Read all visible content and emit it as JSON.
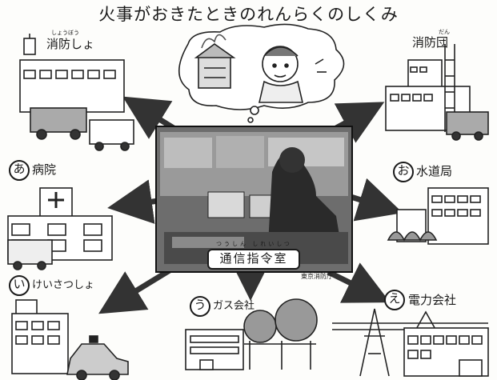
{
  "diagram": {
    "title": "火事がおきたときのれんらくのしくみ",
    "center": {
      "label": "通信指令室",
      "ruby": "つうしん しれいしつ",
      "credit": "東京消防庁"
    },
    "nodes": {
      "fire_station": {
        "label": "消防しょ",
        "ruby": "しょうぼう"
      },
      "fire_corps": {
        "label": "消防団",
        "ruby": "だん"
      },
      "hospital": {
        "marker": "あ",
        "label": "病院"
      },
      "waterworks": {
        "marker": "お",
        "label": "水道局"
      },
      "police": {
        "marker": "い",
        "label": "けいさつしょ"
      },
      "gas": {
        "marker": "う",
        "label": "ガス会社"
      },
      "power": {
        "marker": "え",
        "label": "電力会社"
      }
    }
  }
}
